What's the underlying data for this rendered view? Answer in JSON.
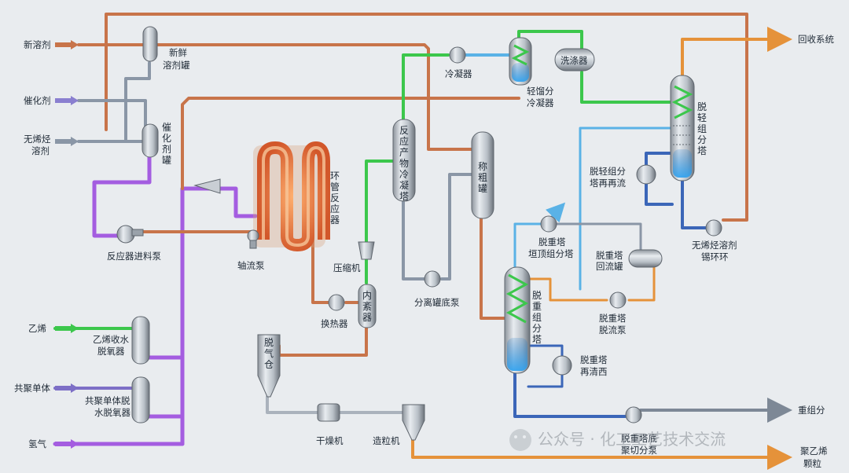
{
  "feeds": {
    "fresh_solvent": "新溶剂",
    "catalyst": "催化剂",
    "olefin_free_solvent_a": "无烯烃",
    "olefin_free_solvent_b": "溶剂",
    "ethylene": "乙烯",
    "comonomer": "共聚单体",
    "hydrogen": "氢气"
  },
  "outputs": {
    "recovery_system": "回收系统",
    "heavy_fraction": "重组分",
    "pe_pellets_a": "聚乙烯",
    "pe_pellets_b": "颗粒"
  },
  "equipment": {
    "fresh_solvent_tank_a": "新鲜",
    "fresh_solvent_tank_b": "溶剂罐",
    "catalyst_tank": "催化剂罐",
    "loop_reactor": "环管反应器",
    "reactor_feed_pump": "反应器进料泵",
    "axial_pump": "轴流泵",
    "product_cooling_tower": "反应产物冷凝塔",
    "condenser": "冷凝器",
    "light_condenser_a": "轻馏分",
    "light_condenser_b": "冷凝器",
    "scrubber": "洗涤器",
    "light_column": "脱轻组分塔",
    "light_reflux_a": "脱轻组分",
    "light_reflux_b": "塔再再流",
    "olefin_free_recycle_a": "无烯烃溶剂",
    "olefin_free_recycle_b": "锡环环",
    "weigh_tank": "称粗罐",
    "heavy_top_a": "脱重塔",
    "heavy_top_b": "垣顶组分塔",
    "heavy_reflux_a": "脱重塔",
    "heavy_reflux_b": "回流罐",
    "heavy_column": "脱重组分塔",
    "heavy_reflux_pump_a": "脱重塔",
    "heavy_reflux_pump_b": "脱流泵",
    "heavy_reboiler_a": "脱重塔",
    "heavy_reboiler_b": "再清西",
    "heavy_bottom_pump_a": "脱重塔底",
    "heavy_bottom_pump_b": "聚切分泵",
    "compressor": "压缩机",
    "internal_exchanger": "内紊器",
    "heat_exchanger": "换热器",
    "separator_pump": "分离罐底泵",
    "degasser": "脱气仓",
    "dryer": "干燥机",
    "pelletizer": "造粒机",
    "ethylene_deox_a": "乙烯收水",
    "ethylene_deox_b": "脱氧器",
    "comonomer_deox_a": "共聚单体脱",
    "comonomer_deox_b": "水脱氧器"
  },
  "watermark": "公众号 · 化工工艺技术交流",
  "colors": {
    "solvent": "#c8744a",
    "catalyst": "#8a7fd0",
    "olefin_free": "#8a96a6",
    "ethylene": "#3cc74c",
    "purple_feed": "#a45de0",
    "light_blue": "#5ab2e6",
    "dark_blue": "#3b66b8",
    "orange": "#e5923a",
    "gray": "#7d8896"
  }
}
